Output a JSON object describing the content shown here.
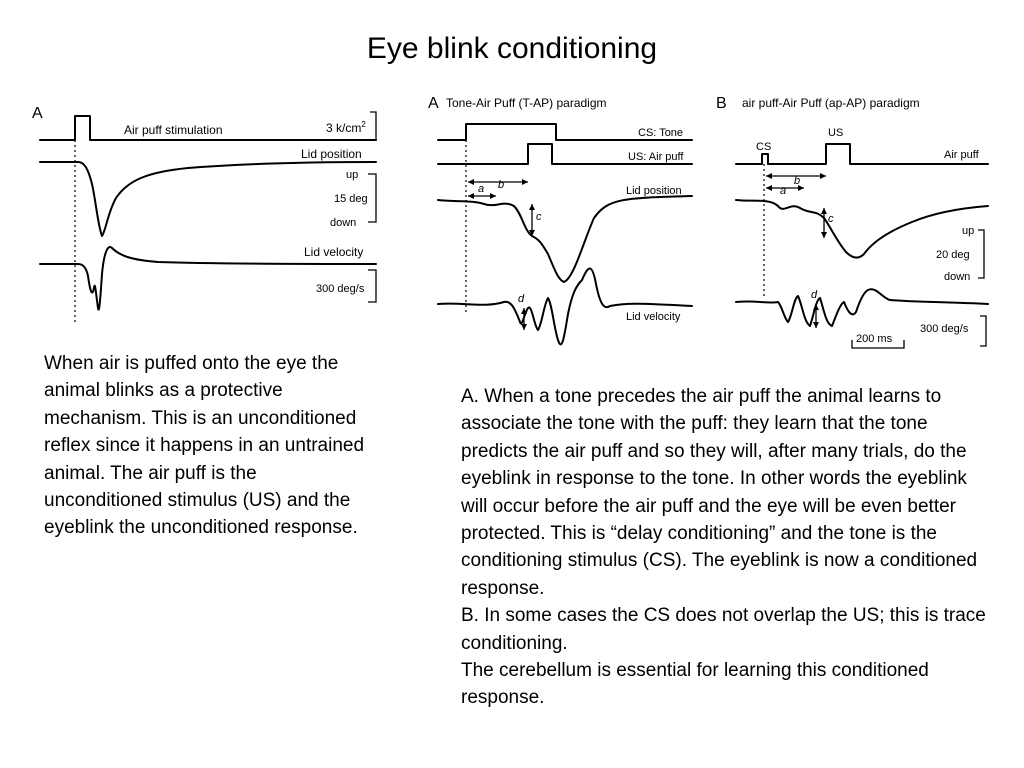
{
  "slide": {
    "title": "Eye blink conditioning"
  },
  "left_figure": {
    "panel_label": "A",
    "air_puff_label": "Air puff stimulation",
    "air_puff_scale": "3 k/cm",
    "air_puff_scale_sup": "2",
    "lid_position_label": "Lid position",
    "up_label": "up",
    "deg_label": "15 deg",
    "down_label": "down",
    "lid_velocity_label": "Lid velocity",
    "velocity_scale": "300 deg/s"
  },
  "right_figure": {
    "panel_a_letter": "A",
    "panel_a_title": "Tone-Air Puff (T-AP) paradigm",
    "panel_b_letter": "B",
    "panel_b_title": "air puff-Air Puff (ap-AP) paradigm",
    "cs_tone_label": "CS: Tone",
    "us_air_puff_label": "US: Air puff",
    "lid_position_label": "Lid position",
    "lid_velocity_label": "Lid velocity",
    "a_marker": "a",
    "b_marker": "b",
    "c_marker": "c",
    "d_marker": "d",
    "cs_label": "CS",
    "us_label": "US",
    "air_puff_label": "Air puff",
    "up_label": "up",
    "deg_label": "20 deg",
    "down_label": "down",
    "time_scale": "200 ms",
    "velocity_scale": "300 deg/s"
  },
  "text": {
    "left_paragraph": "When air is puffed onto the eye the animal blinks as a protective mechanism. This is an unconditioned reflex since it happens in an untrained animal. The air puff is the unconditioned stimulus (US) and the eyeblink the unconditioned response.",
    "right_paragraph_a": "A. When a tone precedes the air puff the animal learns to associate the tone with the puff: they learn that the tone predicts the air puff and so they will, after many trials, do the eyeblink in response to the tone. In other words the eyeblink will occur before the air puff and the eye will be even better protected. This is “delay conditioning” and the tone is the conditioning stimulus (CS). The eyeblink is now a conditioned response.",
    "right_paragraph_b": "B. In some cases the CS does not overlap the US; this is trace conditioning.",
    "right_paragraph_c": "The cerebellum is essential for learning this conditioned response."
  }
}
